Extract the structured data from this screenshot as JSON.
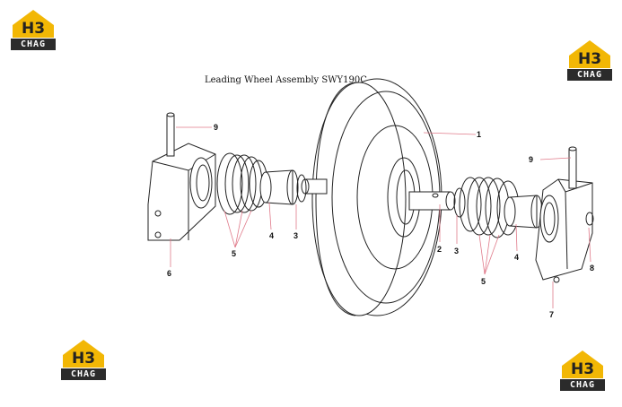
{
  "diagram": {
    "title": "Leading Wheel Assembly SWY190C",
    "callouts": [
      "1",
      "2",
      "3",
      "3",
      "4",
      "4",
      "5",
      "5",
      "6",
      "7",
      "8",
      "9",
      "9"
    ]
  },
  "logos": [
    {
      "mark": "H3",
      "word": "CHAG"
    },
    {
      "mark": "H3",
      "word": "CHAG"
    },
    {
      "mark": "H3",
      "word": "CHAG"
    },
    {
      "mark": "H3",
      "word": "CHAG"
    }
  ],
  "colors": {
    "logo_yellow": "#f2b705",
    "logo_dark": "#2b2b2b",
    "line": "#222222",
    "leader": "#e07a8a"
  }
}
